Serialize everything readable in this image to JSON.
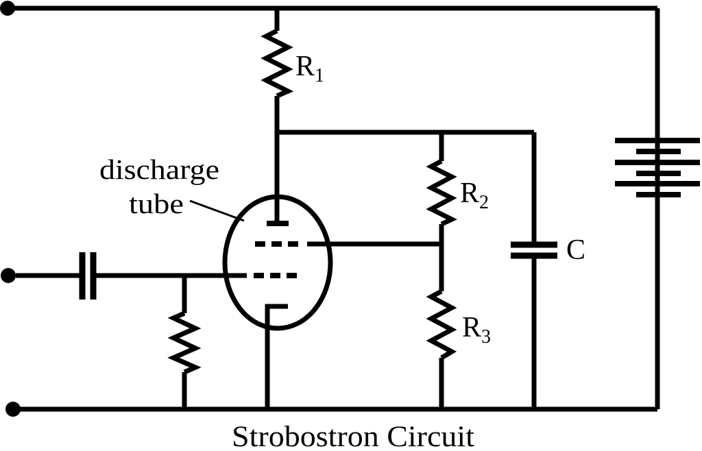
{
  "diagram": {
    "title": "Strobostron Circuit",
    "annotation": {
      "line1": "discharge",
      "line2": "tube"
    },
    "components": {
      "r1": {
        "base": "R",
        "sub": "1"
      },
      "r2": {
        "base": "R",
        "sub": "2"
      },
      "r3": {
        "base": "R",
        "sub": "3"
      },
      "cap": {
        "label": "C"
      }
    },
    "colors": {
      "ink": "#000000",
      "background": "#ffffff"
    }
  }
}
